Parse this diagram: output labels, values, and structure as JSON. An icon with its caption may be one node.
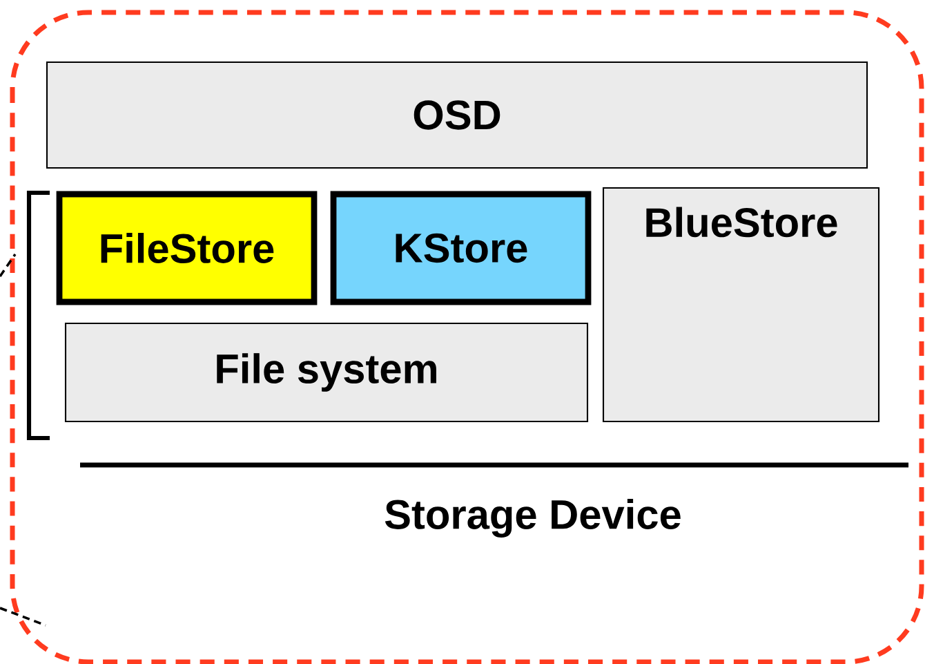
{
  "diagram": {
    "nodes": [
      {
        "text": [
          "OSD"
        ]
      },
      {
        "text": [
          "FileStore"
        ]
      },
      {
        "text": [
          "KStore"
        ]
      },
      {
        "text": [
          "BlueStore"
        ]
      },
      {
        "text": [
          "File system"
        ]
      }
    ],
    "labels": [
      "Storage Device"
    ]
  }
}
